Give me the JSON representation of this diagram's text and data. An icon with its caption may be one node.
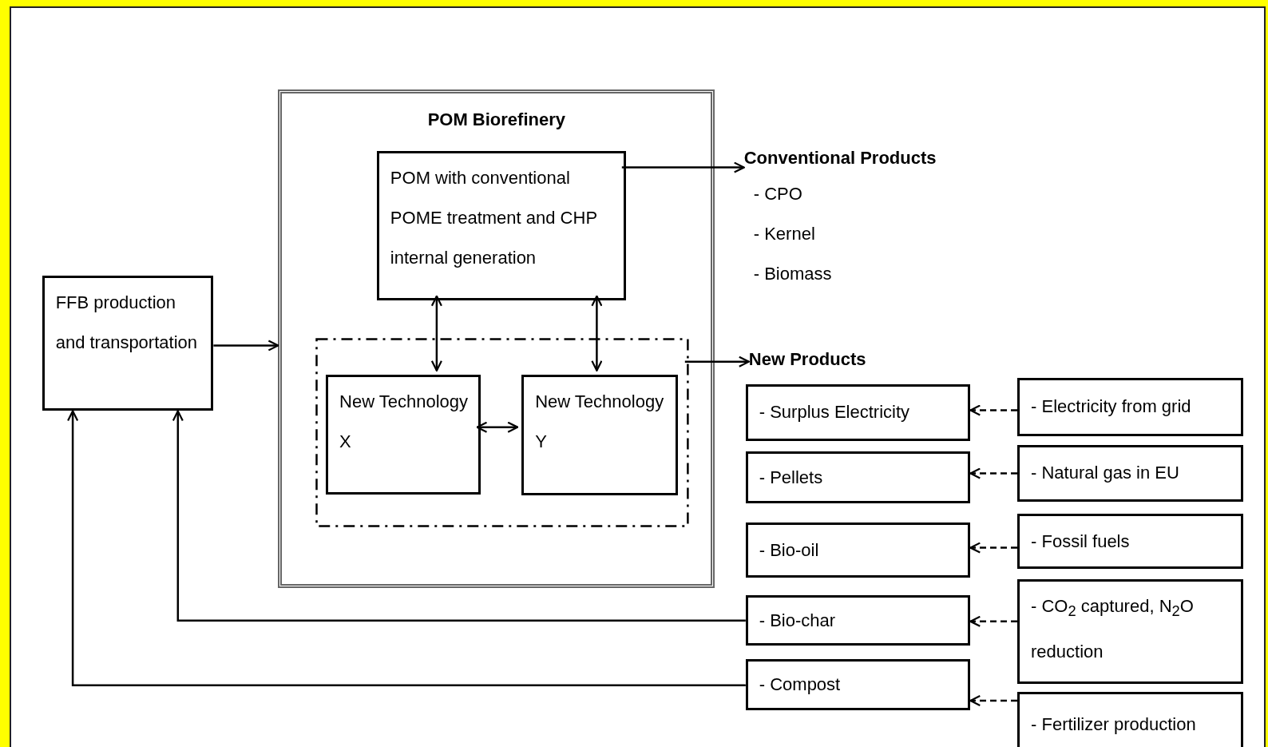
{
  "diagram": {
    "nodes": [
      {
        "text": [
          "FFB production and transportation"
        ]
      },
      {
        "text": [
          "POM Biorefinery"
        ]
      },
      {
        "text": [
          "POM with conventional POME treatment and CHP internal generation"
        ],
        "in": 1
      },
      {
        "text": [],
        "shape": "box",
        "in": 1
      },
      {
        "text": [
          "New Technology X"
        ],
        "in": 3
      },
      {
        "text": [
          "New Technology Y"
        ],
        "in": 3
      },
      {
        "text": [
          "Conventional Products",
          "- CPO",
          "- Kernel",
          "- Biomass"
        ]
      },
      {
        "text": [
          "New Products"
        ]
      },
      {
        "text": [
          "- Surplus Electricity"
        ]
      },
      {
        "text": [
          "- Pellets"
        ]
      },
      {
        "text": [
          "- Bio-oil"
        ]
      },
      {
        "text": [
          "- Bio-char"
        ]
      },
      {
        "text": [
          "- Compost"
        ]
      },
      {
        "text": [
          "- Electricity from grid"
        ]
      },
      {
        "text": [
          "- Natural gas in EU"
        ]
      },
      {
        "text": [
          "- Fossil fuels"
        ]
      },
      {
        "text": [
          "- CO$_{2}$ captured, N$_{2}$O reduction"
        ]
      },
      {
        "text": [
          "- Fertilizer production"
        ]
      }
    ],
    "edges": [
      {
        "from": 0,
        "to": 1,
        "arrow": "to"
      },
      {
        "from": 2,
        "to": 6,
        "arrow": "to"
      },
      {
        "from": 2,
        "to": 4,
        "arrow": "both"
      },
      {
        "from": 2,
        "to": 5,
        "arrow": "both"
      },
      {
        "from": 4,
        "to": 5,
        "arrow": "both"
      },
      {
        "from": 3,
        "to": 7,
        "arrow": "to"
      },
      {
        "from": 13,
        "to": 8,
        "arrow": "to",
        "style": "dashed"
      },
      {
        "from": 14,
        "to": 9,
        "arrow": "to",
        "style": "dashed"
      },
      {
        "from": 15,
        "to": 10,
        "arrow": "to",
        "style": "dashed"
      },
      {
        "from": 16,
        "to": 11,
        "arrow": "to",
        "style": "dashed"
      },
      {
        "from": 17,
        "to": 12,
        "arrow": "to",
        "style": "dashed"
      },
      {
        "from": 11,
        "to": 0,
        "arrow": "to"
      },
      {
        "from": 12,
        "to": 0,
        "arrow": "to"
      }
    ]
  }
}
